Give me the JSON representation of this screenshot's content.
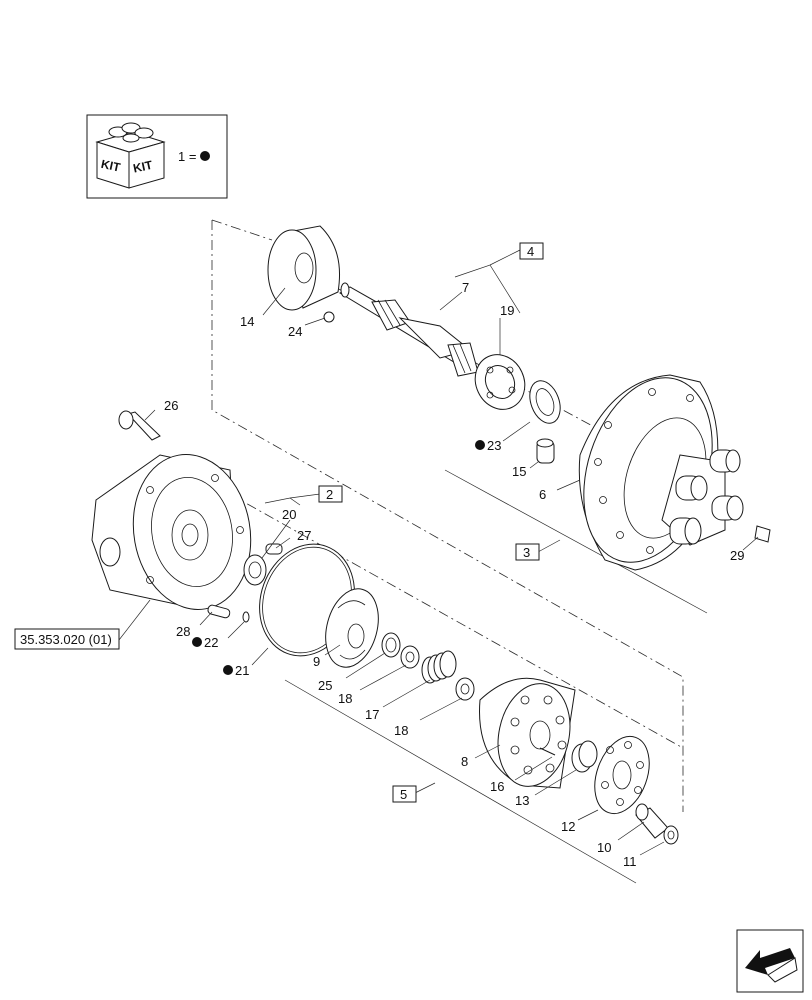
{
  "kit_legend": {
    "kit_text_left": "KIT",
    "kit_text_right": "KIT",
    "equation": "1 ="
  },
  "reference_box": "35.353.020 (01)",
  "group_labels": {
    "g2": "2",
    "g3": "3",
    "g4": "4",
    "g5": "5"
  },
  "labels": {
    "p6": "6",
    "p7": "7",
    "p8": "8",
    "p9": "9",
    "p10": "10",
    "p11": "11",
    "p12": "12",
    "p13": "13",
    "p14": "14",
    "p15": "15",
    "p16": "16",
    "p17": "17",
    "p18a": "18",
    "p18b": "18",
    "p19": "19",
    "p20": "20",
    "p21": "21",
    "p22": "22",
    "p23": "23",
    "p24": "24",
    "p25": "25",
    "p26": "26",
    "p27": "27",
    "p28": "28",
    "p29": "29"
  }
}
